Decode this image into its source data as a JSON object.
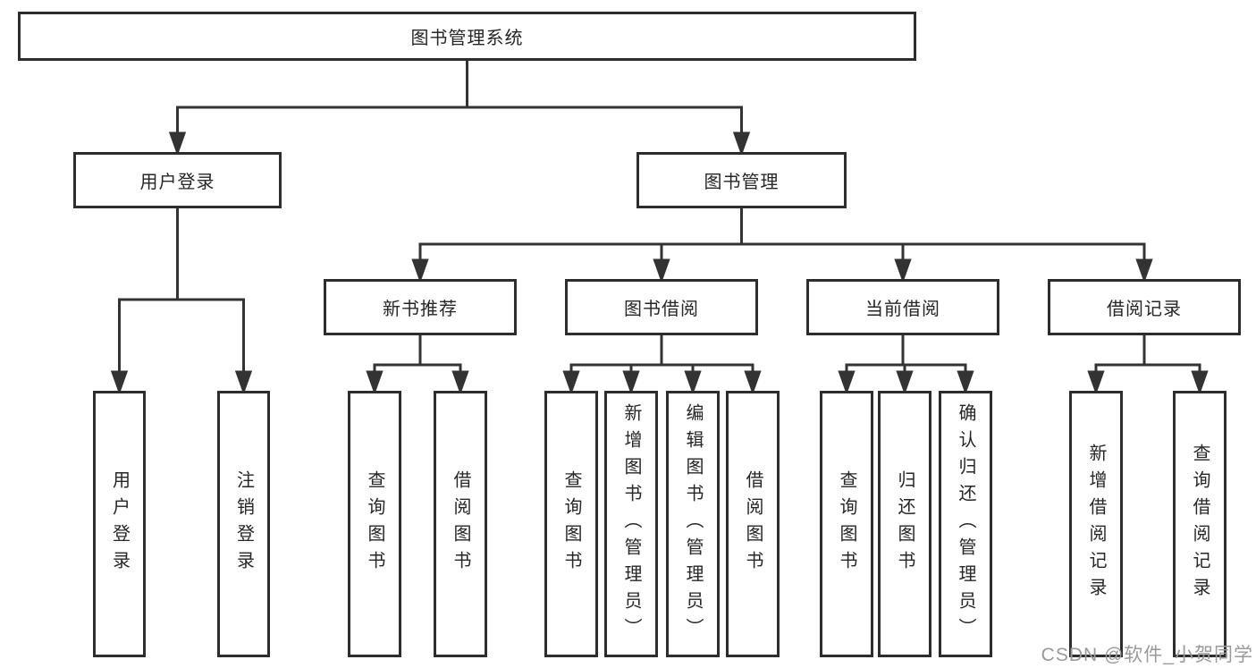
{
  "diagram": {
    "title": "图书管理系统",
    "watermark": "CSDN @软件_小贺同学",
    "colors": {
      "line": "#333333",
      "box_border": "#2d2d2d",
      "text": "#262626",
      "watermark_text": "#9a9a9a",
      "background": "#ffffff"
    },
    "nodes": {
      "root": "图书管理系统",
      "user_login": "用户登录",
      "book_mgmt": "图书管理",
      "new_book_rec": "新书推荐",
      "book_borrow": "图书借阅",
      "current_borrow": "当前借阅",
      "borrow_records": "借阅记录",
      "leaf_login": "用户登录",
      "leaf_logout": "注销登录",
      "leaf_rec_query": "查询图书",
      "leaf_rec_borrow": "借阅图书",
      "leaf_bb_query": "查询图书",
      "leaf_bb_add": "新增图书（管理员）",
      "leaf_bb_edit": "编辑图书（管理员）",
      "leaf_bb_borrow": "借阅图书",
      "leaf_cb_query": "查询图书",
      "leaf_cb_return": "归还图书",
      "leaf_cb_confirm": "确认归还（管理员）",
      "leaf_br_add": "新增借阅记录",
      "leaf_br_query": "查询借阅记录"
    },
    "hierarchy": {
      "root": [
        "user_login",
        "book_mgmt"
      ],
      "user_login": [
        "leaf_login",
        "leaf_logout"
      ],
      "book_mgmt": [
        "new_book_rec",
        "book_borrow",
        "current_borrow",
        "borrow_records"
      ],
      "new_book_rec": [
        "leaf_rec_query",
        "leaf_rec_borrow"
      ],
      "book_borrow": [
        "leaf_bb_query",
        "leaf_bb_add",
        "leaf_bb_edit",
        "leaf_bb_borrow"
      ],
      "current_borrow": [
        "leaf_cb_query",
        "leaf_cb_return",
        "leaf_cb_confirm"
      ],
      "borrow_records": [
        "leaf_br_add",
        "leaf_br_query"
      ]
    }
  }
}
